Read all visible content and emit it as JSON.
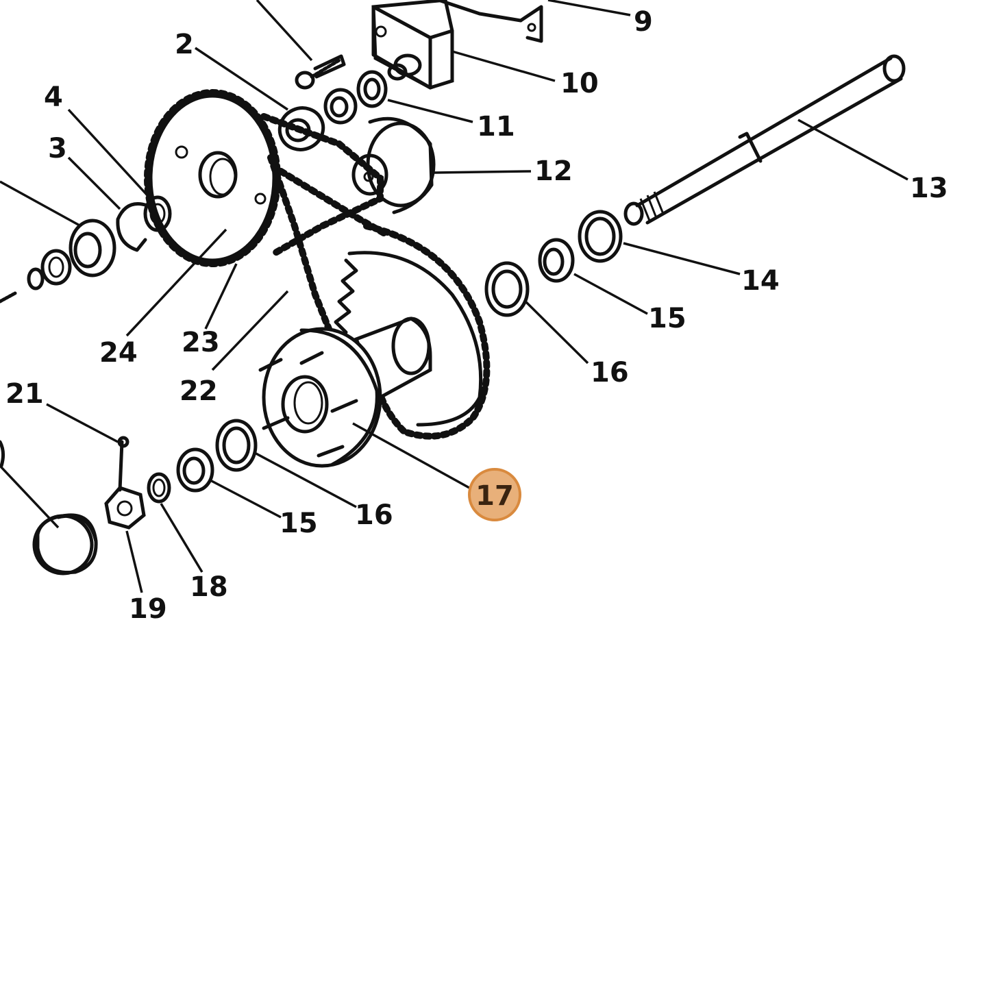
{
  "callouts": {
    "c2": "2",
    "c3": "3",
    "c4": "4",
    "c9": "9",
    "c10": "10",
    "c11": "11",
    "c12": "12",
    "c13": "13",
    "c14": "14",
    "c15a": "15",
    "c15b": "15",
    "c16a": "16",
    "c16b": "16",
    "c17": "17",
    "c18": "18",
    "c19": "19",
    "c21": "21",
    "c22": "22",
    "c23": "23",
    "c24": "24"
  },
  "highlighted_callout": "17",
  "highlight_color": "#e8b07a"
}
